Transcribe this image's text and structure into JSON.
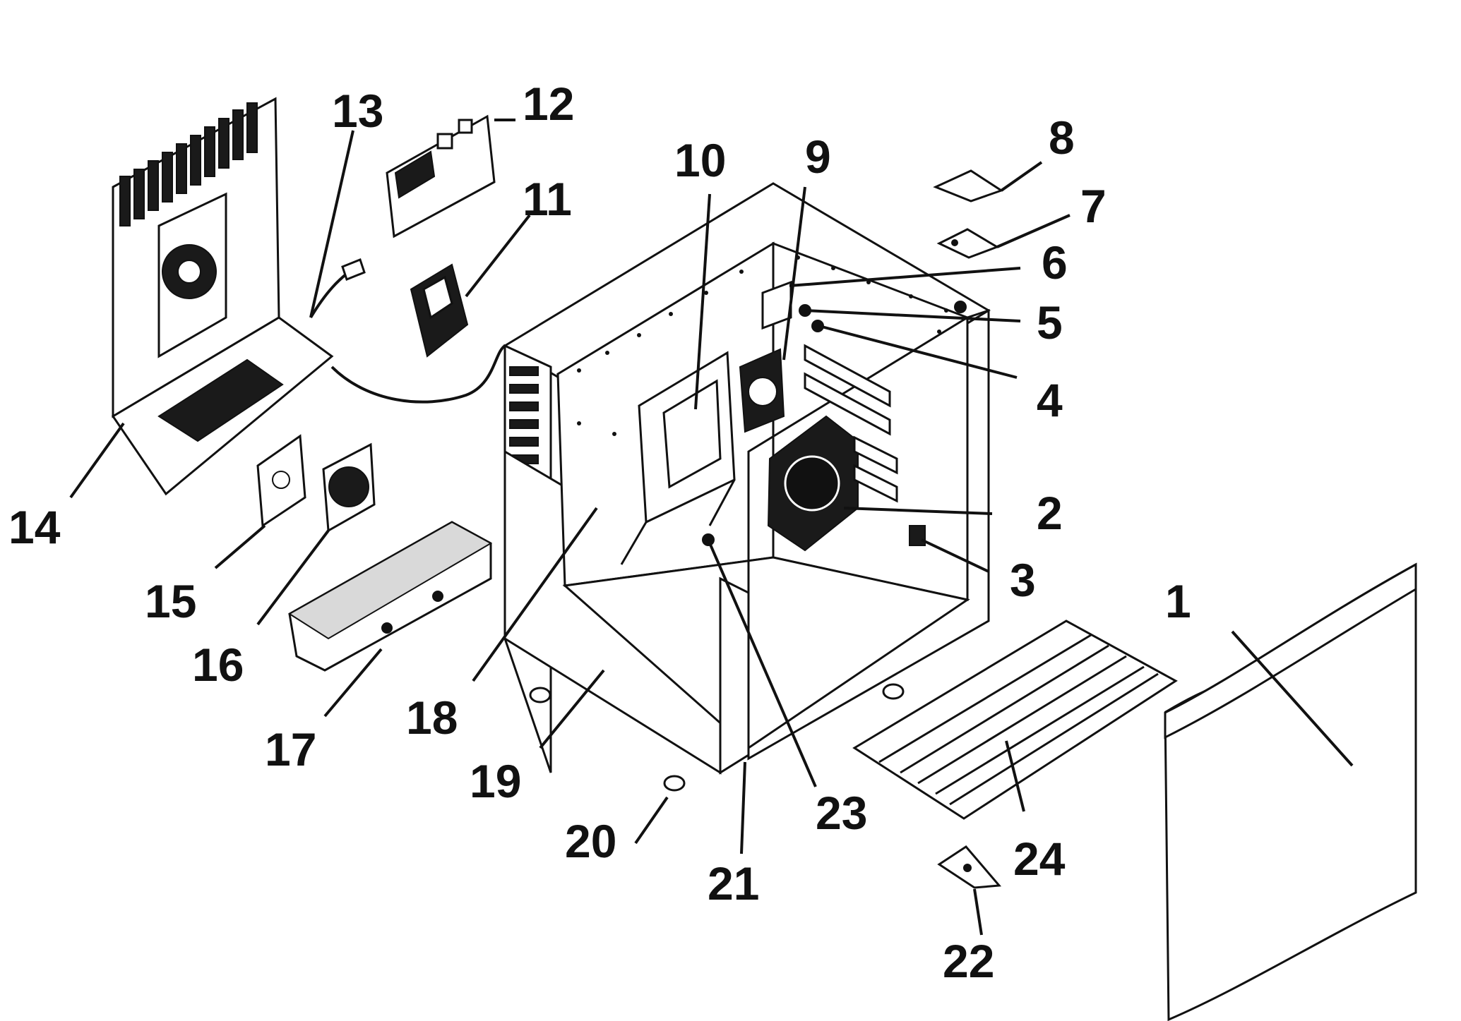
{
  "diagram": {
    "labels": [
      {
        "id": "1",
        "text": "1"
      },
      {
        "id": "2",
        "text": "2"
      },
      {
        "id": "3",
        "text": "3"
      },
      {
        "id": "4",
        "text": "4"
      },
      {
        "id": "5",
        "text": "5"
      },
      {
        "id": "6",
        "text": "6"
      },
      {
        "id": "7",
        "text": "7"
      },
      {
        "id": "8",
        "text": "8"
      },
      {
        "id": "9",
        "text": "9"
      },
      {
        "id": "10",
        "text": "10"
      },
      {
        "id": "11",
        "text": "11"
      },
      {
        "id": "12",
        "text": "12"
      },
      {
        "id": "13",
        "text": "13"
      },
      {
        "id": "14",
        "text": "14"
      },
      {
        "id": "15",
        "text": "15"
      },
      {
        "id": "16",
        "text": "16"
      },
      {
        "id": "17",
        "text": "17"
      },
      {
        "id": "18",
        "text": "18"
      },
      {
        "id": "19",
        "text": "19"
      },
      {
        "id": "20",
        "text": "20"
      },
      {
        "id": "21",
        "text": "21"
      },
      {
        "id": "22",
        "text": "22"
      },
      {
        "id": "23",
        "text": "23"
      },
      {
        "id": "24",
        "text": "24"
      }
    ]
  }
}
